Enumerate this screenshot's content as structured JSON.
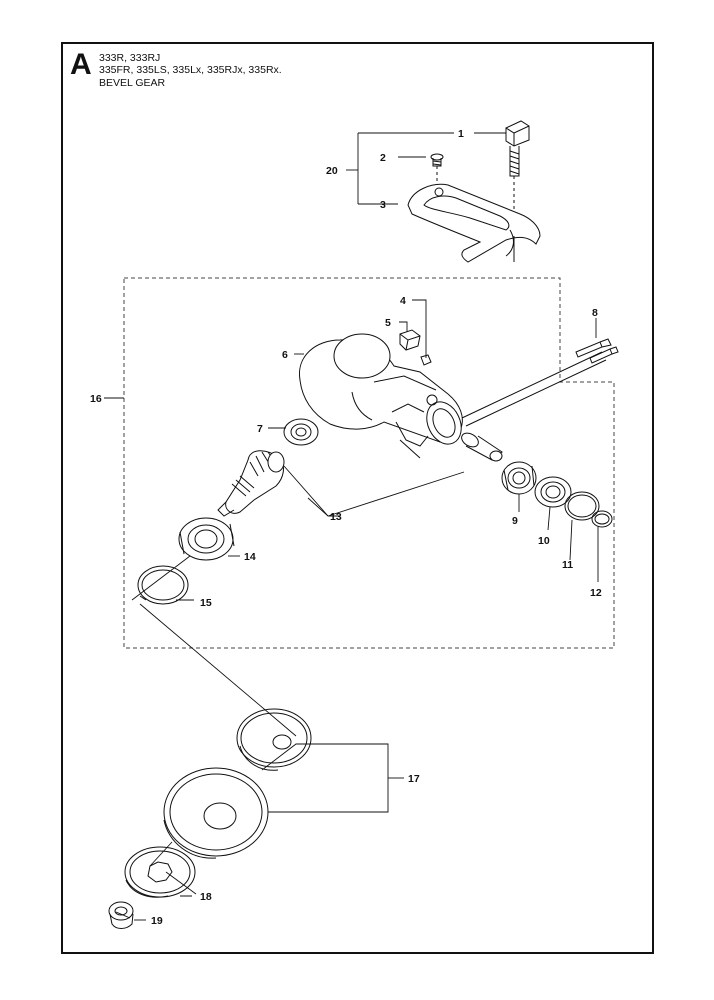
{
  "header": {
    "section_letter": "A",
    "models_line1": "333R, 333RJ",
    "models_line2": "335FR, 335LS, 335Lx, 335RJx, 335Rx.",
    "assembly_title": "BEVEL GEAR"
  },
  "callouts": {
    "p1": "1",
    "p2": "2",
    "p3": "3",
    "p4": "4",
    "p5": "5",
    "p6": "6",
    "p7": "7",
    "p8": "8",
    "p9": "9",
    "p10": "10",
    "p11": "11",
    "p12": "12",
    "p13": "13",
    "p14": "14",
    "p15": "15",
    "p16": "16",
    "p17": "17",
    "p18": "18",
    "p19": "19",
    "p20": "20"
  }
}
